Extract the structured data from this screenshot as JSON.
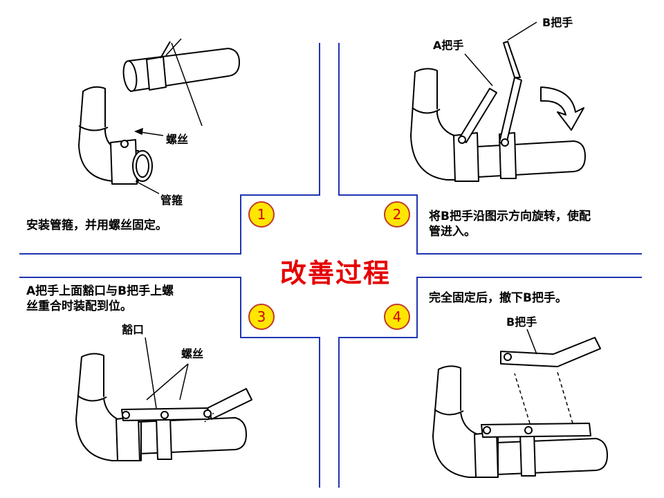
{
  "title": "改善过程",
  "steps": [
    {
      "number": "1",
      "description": "安装管箍，并用螺丝固定。"
    },
    {
      "number": "2",
      "description_line1": "将B把手沿图示方向旋转，使配",
      "description_line2": "管进入。"
    },
    {
      "number": "3",
      "description_line1": "A把手上面豁口与B把手上螺",
      "description_line2": "丝重合时装配到位。"
    },
    {
      "number": "4",
      "description": "完全固定后，撤下B把手。"
    }
  ],
  "labels": {
    "screw": "螺丝",
    "pipe_clamp": "管箍",
    "handle_a": "A把手",
    "handle_b": "B把手",
    "notch": "豁口",
    "screw_3": "螺丝",
    "handle_b_4": "B把手"
  },
  "colors": {
    "divider": "#1f35b0",
    "badge_fill": "#ffe600",
    "badge_text": "#d40000",
    "title": "#e60000"
  }
}
